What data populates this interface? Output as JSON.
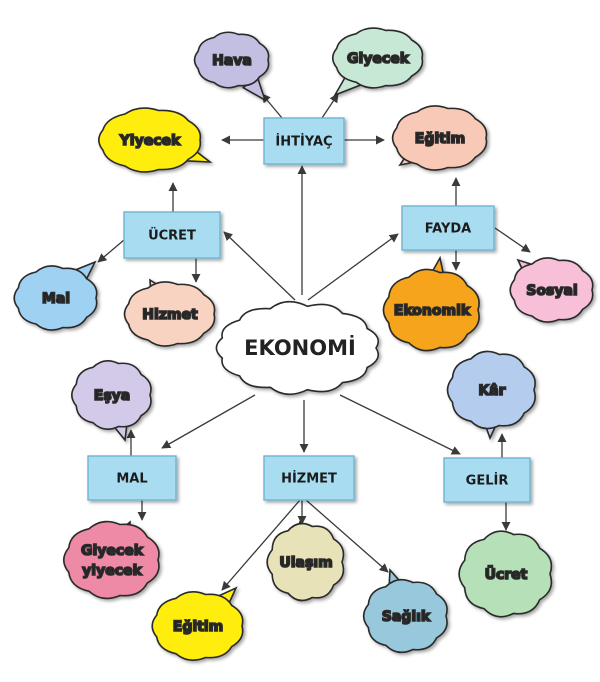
{
  "center": {
    "label": "EKONOMİ",
    "fill": "#ffffff"
  },
  "boxes": {
    "ihtiyac": {
      "label": "İHTİYAÇ"
    },
    "ucret": {
      "label": "ÜCRET"
    },
    "fayda": {
      "label": "FAYDA"
    },
    "mal": {
      "label": "MAL"
    },
    "hizmet": {
      "label": "HİZMET"
    },
    "gelir": {
      "label": "GELİR"
    }
  },
  "box_style": {
    "fill": "#a7dcf1",
    "stroke": "#6fb3d0"
  },
  "clouds": {
    "hava": {
      "label": "Hava",
      "fill": "#c3bfe2"
    },
    "giyecek_top": {
      "label": "Giyecek",
      "fill": "#c7e8d4"
    },
    "yiyecek": {
      "label": "Yiyecek",
      "fill": "#ffee10"
    },
    "egitim_top": {
      "label": "Eğitim",
      "fill": "#f8c9b7"
    },
    "mal_cloud": {
      "label": "Mal",
      "fill": "#9fd1f2"
    },
    "hizmet_cloud": {
      "label": "Hizmet",
      "fill": "#f8d3c2"
    },
    "ekonomik": {
      "label": "Ekonomik",
      "fill": "#f6a41a"
    },
    "sosyal": {
      "label": "Sosyal",
      "fill": "#f7bfd8"
    },
    "esya": {
      "label": "Eşya",
      "fill": "#d3c9e8"
    },
    "kar": {
      "label": "Kâr",
      "fill": "#b4cdee"
    },
    "giyecek_yiyecek": {
      "label_line1": "Giyecek",
      "label_line2": "yiyecek",
      "fill": "#ef8aa6"
    },
    "ulasim": {
      "label": "Ulaşım",
      "fill": "#e8e2b8"
    },
    "egitim_bottom": {
      "label": "Eğitim",
      "fill": "#ffee10"
    },
    "saglik": {
      "label": "Sağlık",
      "fill": "#98c8dc"
    },
    "ucret_cloud": {
      "label": "Ücret",
      "fill": "#b6e0b8"
    }
  }
}
